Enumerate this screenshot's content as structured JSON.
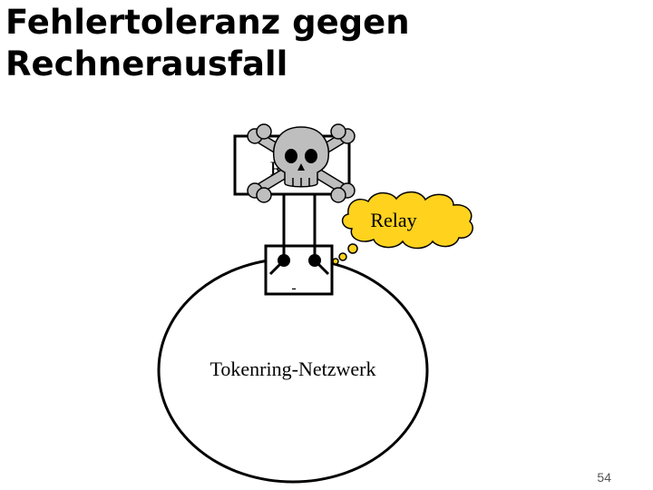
{
  "slide": {
    "title_line1": "Fehlertoleranz gegen",
    "title_line2": "Rechnerausfall",
    "page_number": "54"
  },
  "diagram": {
    "computer_label": "R",
    "relay_label": "Relay",
    "switch_label": "-",
    "network_label": "Tokenring-Netzwerk",
    "icons": [
      "skull-crossbones-icon"
    ],
    "colors": {
      "cloud_fill": "#FFD21E",
      "skull_fill": "#BEBEBE",
      "line": "#000000"
    }
  }
}
